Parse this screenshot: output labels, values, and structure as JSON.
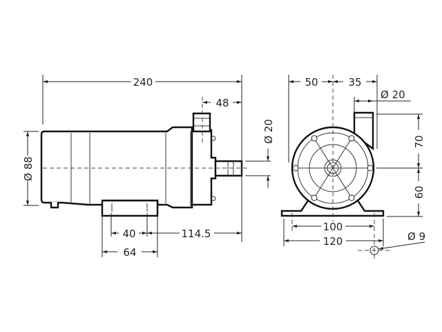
{
  "side_view": {
    "overall_length": "240",
    "outlet_offset": "48",
    "inlet_diameter": "Ø 20",
    "body_diameter": "Ø 88",
    "foot_hole_spacing": "40",
    "foot_to_inlet": "114.5",
    "foot_length": "64"
  },
  "front_view": {
    "left_to_center": "50",
    "center_to_outlet": "35",
    "outlet_diameter": "Ø 20",
    "outlet_height": "70",
    "center_height": "60",
    "hole_spacing": "100",
    "base_width": "120",
    "hole_diameter": "Ø 9"
  }
}
